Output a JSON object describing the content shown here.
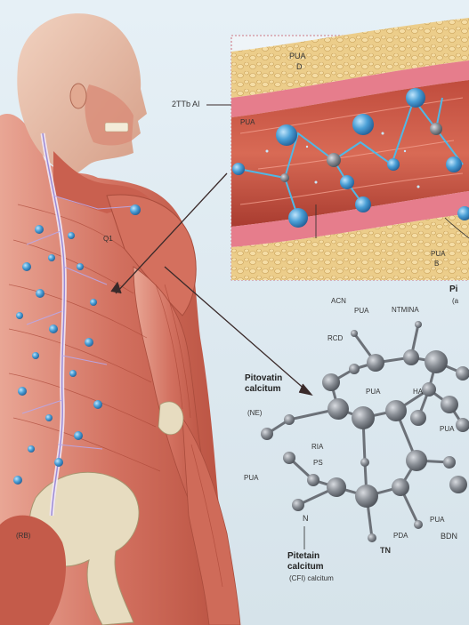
{
  "artery_labels": {
    "top": "PUA",
    "top_sub": "D",
    "left_callout": "2TTb AI",
    "inner_left": "PUA",
    "bottom_right": "PUA",
    "bottom_right_sub": "B"
  },
  "body_labels": {
    "back": "Q1",
    "hip": "(RB)"
  },
  "molecule_labels": {
    "top_right": "Pi",
    "top_right_sub": "(a",
    "acn": "ACN",
    "pua_top": "PUA",
    "ntmina": "NTMINA",
    "rcd": "RCD",
    "pua_mid": "PUA",
    "ha": "HA",
    "pua_right": "PUA",
    "title_line1": "Pitovatin",
    "title_line2": "calcitum",
    "title_sub": "(NE)",
    "ria": "RIA",
    "ps": "PS",
    "pua_left": "PUA",
    "pua_br": "PUA",
    "n": "N",
    "pda": "PDA",
    "bdn": "BDN",
    "caption_line1": "Pitetain",
    "caption_line2": "calcitum",
    "caption_sub": "(CFI) calcitum",
    "tn": "TN"
  },
  "colors": {
    "muscle": "#d2705f",
    "bone": "#e7dcc0",
    "atom": "#8a8f96",
    "blue_particle": "#4a9fd6",
    "artery_wall": "#b94d3c",
    "fat": "#e8c47a"
  }
}
